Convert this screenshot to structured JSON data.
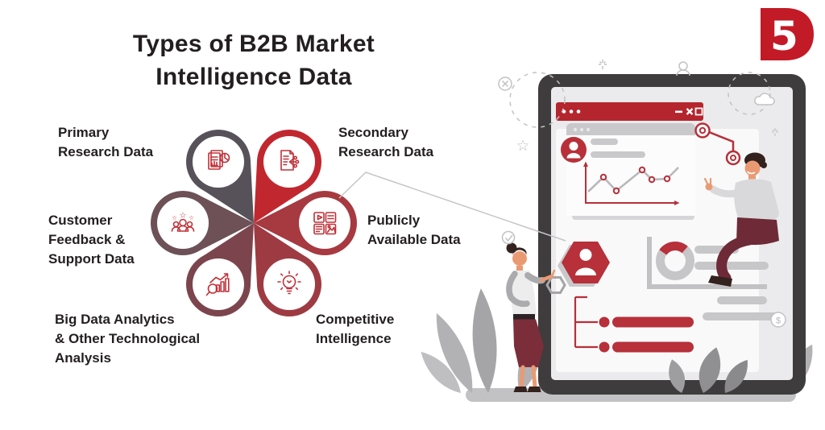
{
  "title": "Types of B2B Market\nIntelligence Data",
  "flower": {
    "icon_color": "#c13038",
    "star_glyph": "☆",
    "petals": [
      {
        "name": "primary-research-data",
        "label": "Primary\nResearch Data",
        "color": "#57525a",
        "icon": "report-piechart-icon"
      },
      {
        "name": "secondary-research-data",
        "label": "Secondary\nResearch Data",
        "color": "#c1272f",
        "icon": "document-share-icon"
      },
      {
        "name": "customer-feedback-support",
        "label": "Customer\nFeedback &\nSupport Data",
        "color": "#6d5156",
        "icon": "customers-rating-icon"
      },
      {
        "name": "publicly-available-data",
        "label": "Publicly\nAvailable Data",
        "color": "#a63a40",
        "icon": "media-content-icon"
      },
      {
        "name": "big-data-analytics",
        "label": "Big Data Analytics\n& Other Technological\nAnalysis",
        "color": "#7c454d",
        "icon": "analytics-magnifier-icon"
      },
      {
        "name": "competitive-intelligence",
        "label": "Competitive\nIntelligence",
        "color": "#9e3b42",
        "icon": "lightbulb-icon"
      }
    ]
  },
  "brand": {
    "logo_glyph": "5",
    "color": "#c21a26"
  },
  "illustration": {
    "accent_red": "#b7303a",
    "decor_gray": "#c2c2c4",
    "dollar_glyph": "$",
    "browser_controls": [
      "minimize-icon",
      "close-icon",
      "maximize-icon"
    ],
    "decor_icons": [
      "dismiss-icon",
      "star-icon",
      "sparkle-icon",
      "person-outline-icon",
      "cloud-icon",
      "check-icon",
      "dollar-icon",
      "connector-nodes"
    ]
  }
}
